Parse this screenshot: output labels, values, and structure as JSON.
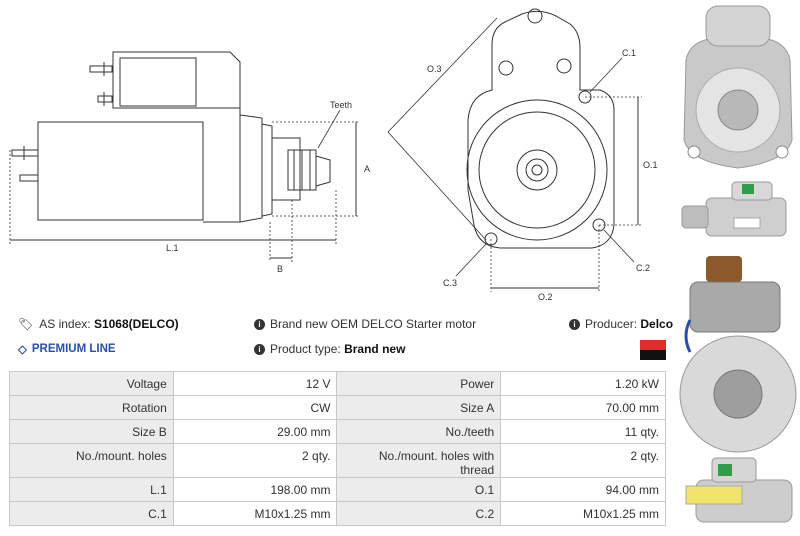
{
  "diagram_labels": {
    "teeth": "Teeth",
    "a": "A",
    "b": "B",
    "l1": "L.1",
    "o3": "O.3",
    "c1": "C.1",
    "o1": "O.1",
    "c2": "C.2",
    "c3": "C.3",
    "o2": "O.2"
  },
  "info": {
    "as_index_label": "AS index:",
    "as_index_value": "S1068(DELCO)",
    "premium": "PREMIUM LINE",
    "description": "Brand new OEM DELCO Starter motor",
    "product_type_label": "Product type:",
    "product_type_value": "Brand new",
    "producer_label": "Producer:",
    "producer_value": "Delco"
  },
  "specs": [
    {
      "k1": "Voltage",
      "v1": "12 V",
      "k2": "Power",
      "v2": "1.20 kW"
    },
    {
      "k1": "Rotation",
      "v1": "CW",
      "k2": "Size A",
      "v2": "70.00 mm"
    },
    {
      "k1": "Size B",
      "v1": "29.00 mm",
      "k2": "No./teeth",
      "v2": "11 qty."
    },
    {
      "k1": "No./mount. holes",
      "v1": "2 qty.",
      "k2": "No./mount. holes with thread",
      "v2": "2 qty."
    },
    {
      "k1": "L.1",
      "v1": "198.00 mm",
      "k2": "O.1",
      "v2": "94.00 mm"
    },
    {
      "k1": "C.1",
      "v1": "M10x1.25 mm",
      "k2": "C.2",
      "v2": "M10x1.25 mm"
    }
  ],
  "colors": {
    "premium": "#2b4fa8",
    "badge_top": "#e52a2a",
    "badge_bottom": "#111111"
  }
}
